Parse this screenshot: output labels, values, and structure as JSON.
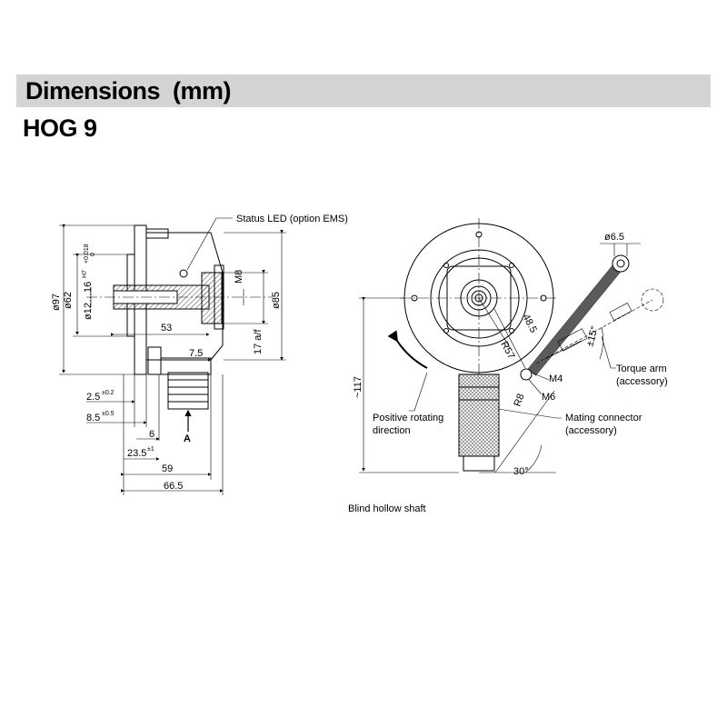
{
  "header": {
    "title": "Dimensions  (mm)"
  },
  "model": "HOG 9",
  "side_view": {
    "callout_status_led": "Status LED (option EMS)",
    "dim_d97": "ø97",
    "dim_d62": "ø62",
    "dim_d12_16": "ø12…16",
    "dim_tol_h7": "H7",
    "dim_tol_upper": "+0.018",
    "dim_tol_lower": "0",
    "dim_53": "53",
    "dim_m8": "M8",
    "dim_d85": "ø85",
    "dim_17af": "17 a/f",
    "dim_7_5": "7.5",
    "dim_2_5": "2.5",
    "dim_2_5_tol": "±0.2",
    "dim_8_5": "8.5",
    "dim_8_5_tol": "±0.5",
    "dim_6": "6",
    "dim_23_5": "23.5",
    "dim_23_5_tol": "±1",
    "dim_59": "59",
    "dim_66_5": "66.5",
    "view_marker": "A"
  },
  "front_view": {
    "dim_d6_5": "ø6.5",
    "dim_48_5": "48.5",
    "dim_r57": "R57",
    "dim_15deg": "±15°",
    "dim_m4": "M4",
    "dim_m6": "M6",
    "dim_r8": "R8",
    "dim_117": "~117",
    "dim_30deg": "30°",
    "callout_torque_arm_1": "Torque arm",
    "callout_torque_arm_2": "(accessory)",
    "callout_rotation_1": "Positive rotating",
    "callout_rotation_2": "direction",
    "callout_connector_1": "Mating connector",
    "callout_connector_2": "(accessory)",
    "caption": "Blind hollow shaft"
  },
  "colors": {
    "header_bg": "#d4d4d4",
    "line": "#000000",
    "hatch": "#444444"
  }
}
